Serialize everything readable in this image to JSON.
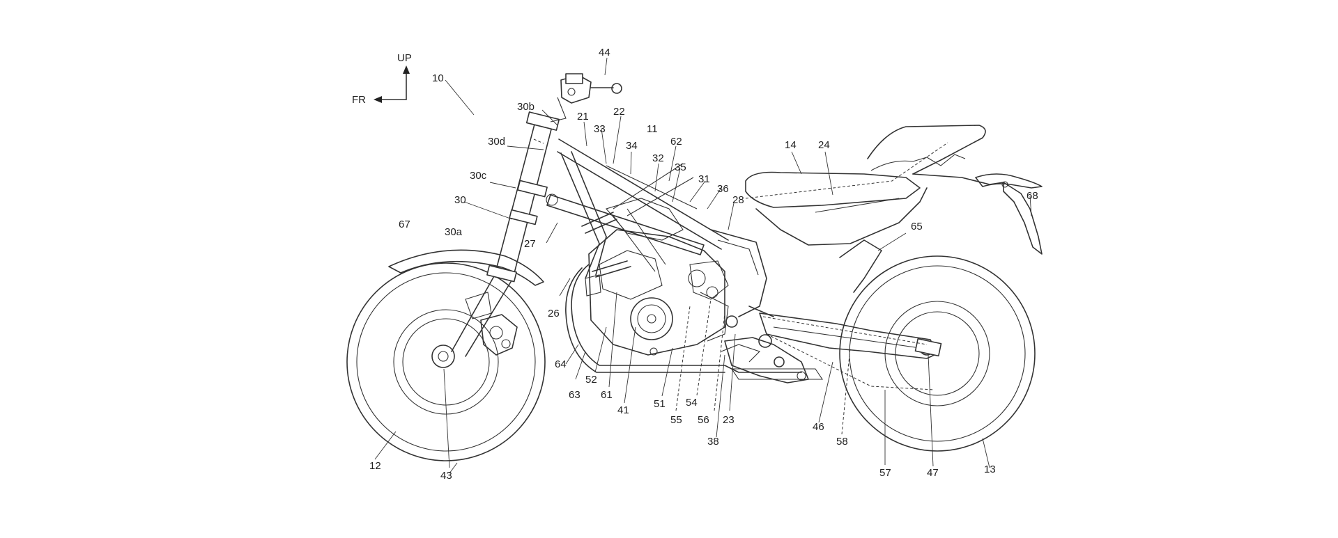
{
  "orientation": {
    "up": "UP",
    "front": "FR"
  },
  "labels": {
    "l10": "10",
    "l44": "44",
    "l30b": "30b",
    "l21": "21",
    "l22": "22",
    "l33": "33",
    "l11": "11",
    "l30d": "30d",
    "l34": "34",
    "l62": "62",
    "l32": "32",
    "l35": "35",
    "l14": "14",
    "l24": "24",
    "l30c": "30c",
    "l31": "31",
    "l36": "36",
    "l28": "28",
    "l30": "30",
    "l68": "68",
    "l67": "67",
    "l30a": "30a",
    "l27": "27",
    "l65": "65",
    "l26": "26",
    "l64": "64",
    "l52": "52",
    "l63": "63",
    "l61": "61",
    "l41": "41",
    "l51": "51",
    "l54": "54",
    "l55": "55",
    "l56": "56",
    "l23": "23",
    "l38": "38",
    "l46": "46",
    "l58": "58",
    "l12": "12",
    "l43": "43",
    "l57": "57",
    "l47": "47",
    "l13": "13"
  }
}
